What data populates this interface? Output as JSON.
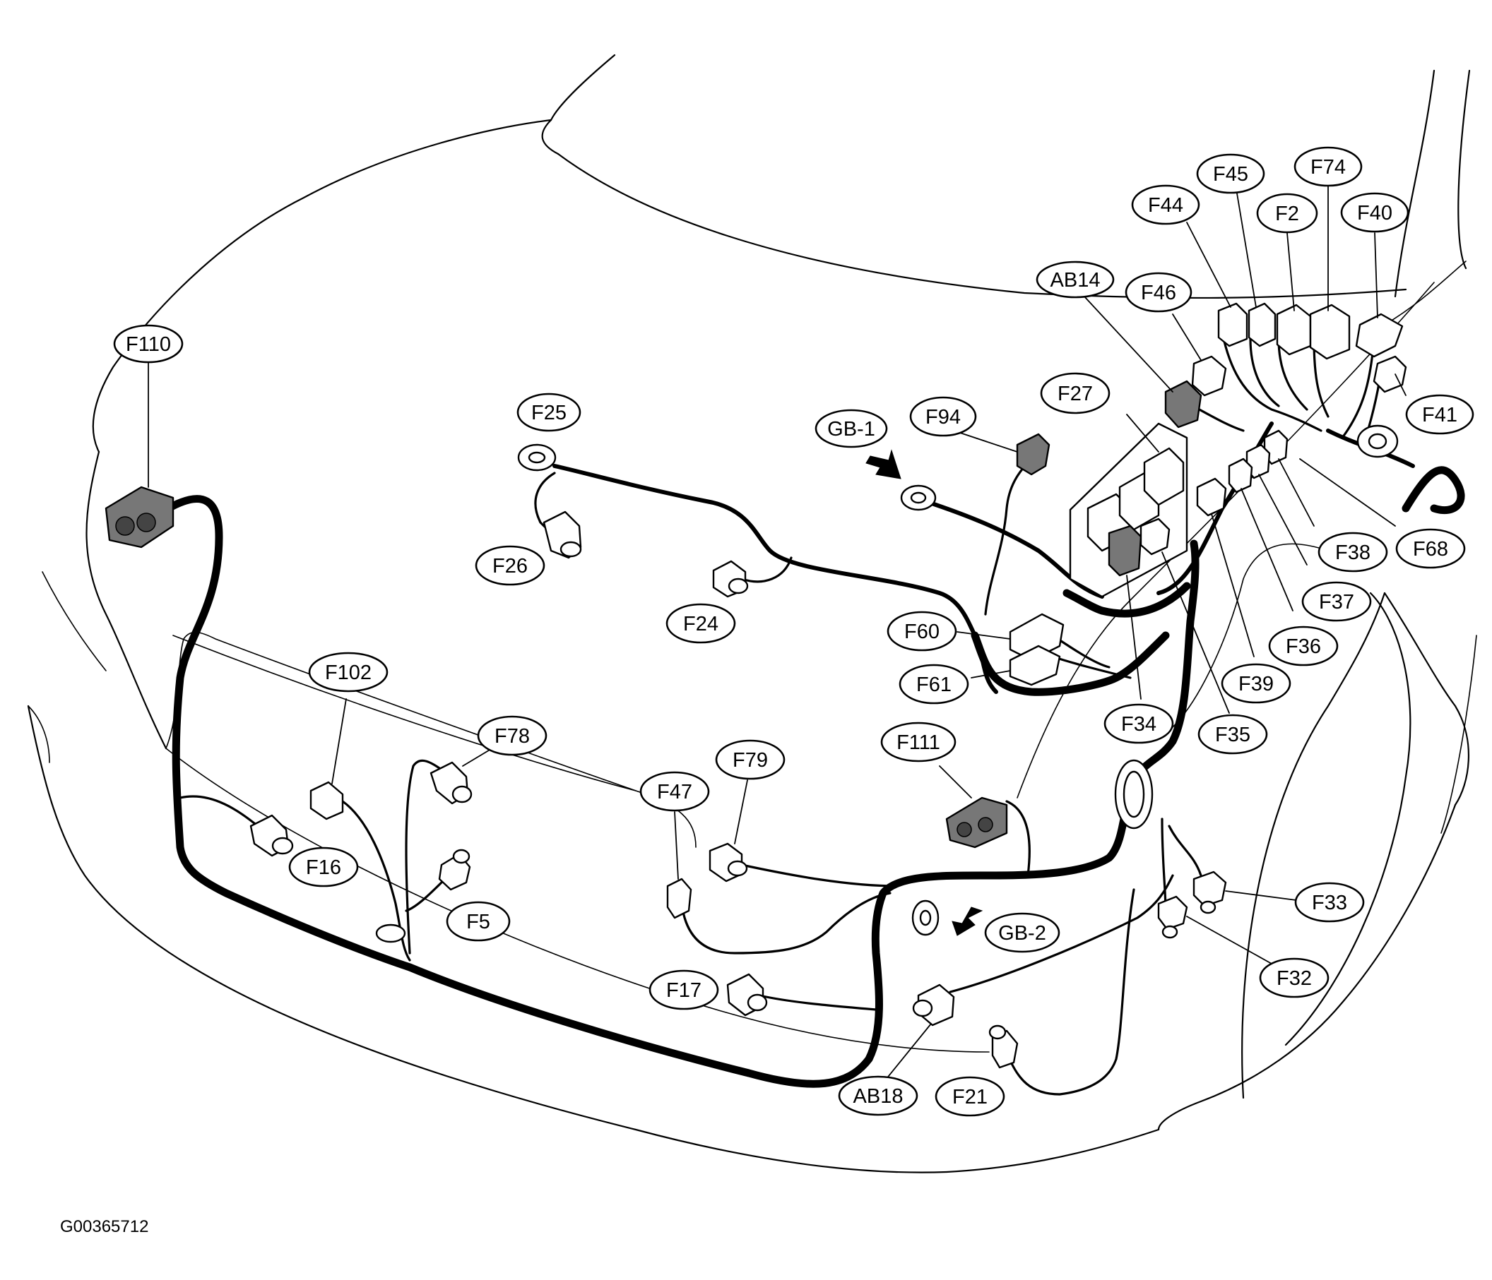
{
  "callouts": [
    {
      "id": "F110",
      "label": "F110"
    },
    {
      "id": "F25",
      "label": "F25"
    },
    {
      "id": "F26",
      "label": "F26"
    },
    {
      "id": "F24",
      "label": "F24"
    },
    {
      "id": "GB-1",
      "label": "GB-1"
    },
    {
      "id": "F94",
      "label": "F94"
    },
    {
      "id": "F27",
      "label": "F27"
    },
    {
      "id": "AB14",
      "label": "AB14"
    },
    {
      "id": "F46",
      "label": "F46"
    },
    {
      "id": "F44",
      "label": "F44"
    },
    {
      "id": "F45",
      "label": "F45"
    },
    {
      "id": "F2",
      "label": "F2"
    },
    {
      "id": "F74",
      "label": "F74"
    },
    {
      "id": "F40",
      "label": "F40"
    },
    {
      "id": "F41",
      "label": "F41"
    },
    {
      "id": "F68",
      "label": "F68"
    },
    {
      "id": "F38",
      "label": "F38"
    },
    {
      "id": "F37",
      "label": "F37"
    },
    {
      "id": "F36",
      "label": "F36"
    },
    {
      "id": "F39",
      "label": "F39"
    },
    {
      "id": "F35",
      "label": "F35"
    },
    {
      "id": "F34",
      "label": "F34"
    },
    {
      "id": "F60",
      "label": "F60"
    },
    {
      "id": "F61",
      "label": "F61"
    },
    {
      "id": "F102",
      "label": "F102"
    },
    {
      "id": "F78",
      "label": "F78"
    },
    {
      "id": "F16",
      "label": "F16"
    },
    {
      "id": "F5",
      "label": "F5"
    },
    {
      "id": "F47",
      "label": "F47"
    },
    {
      "id": "F79",
      "label": "F79"
    },
    {
      "id": "F111",
      "label": "F111"
    },
    {
      "id": "GB-2",
      "label": "GB-2"
    },
    {
      "id": "F17",
      "label": "F17"
    },
    {
      "id": "AB18",
      "label": "AB18"
    },
    {
      "id": "F21",
      "label": "F21"
    },
    {
      "id": "F33",
      "label": "F33"
    },
    {
      "id": "F32",
      "label": "F32"
    }
  ],
  "reference_code": "G00365712"
}
